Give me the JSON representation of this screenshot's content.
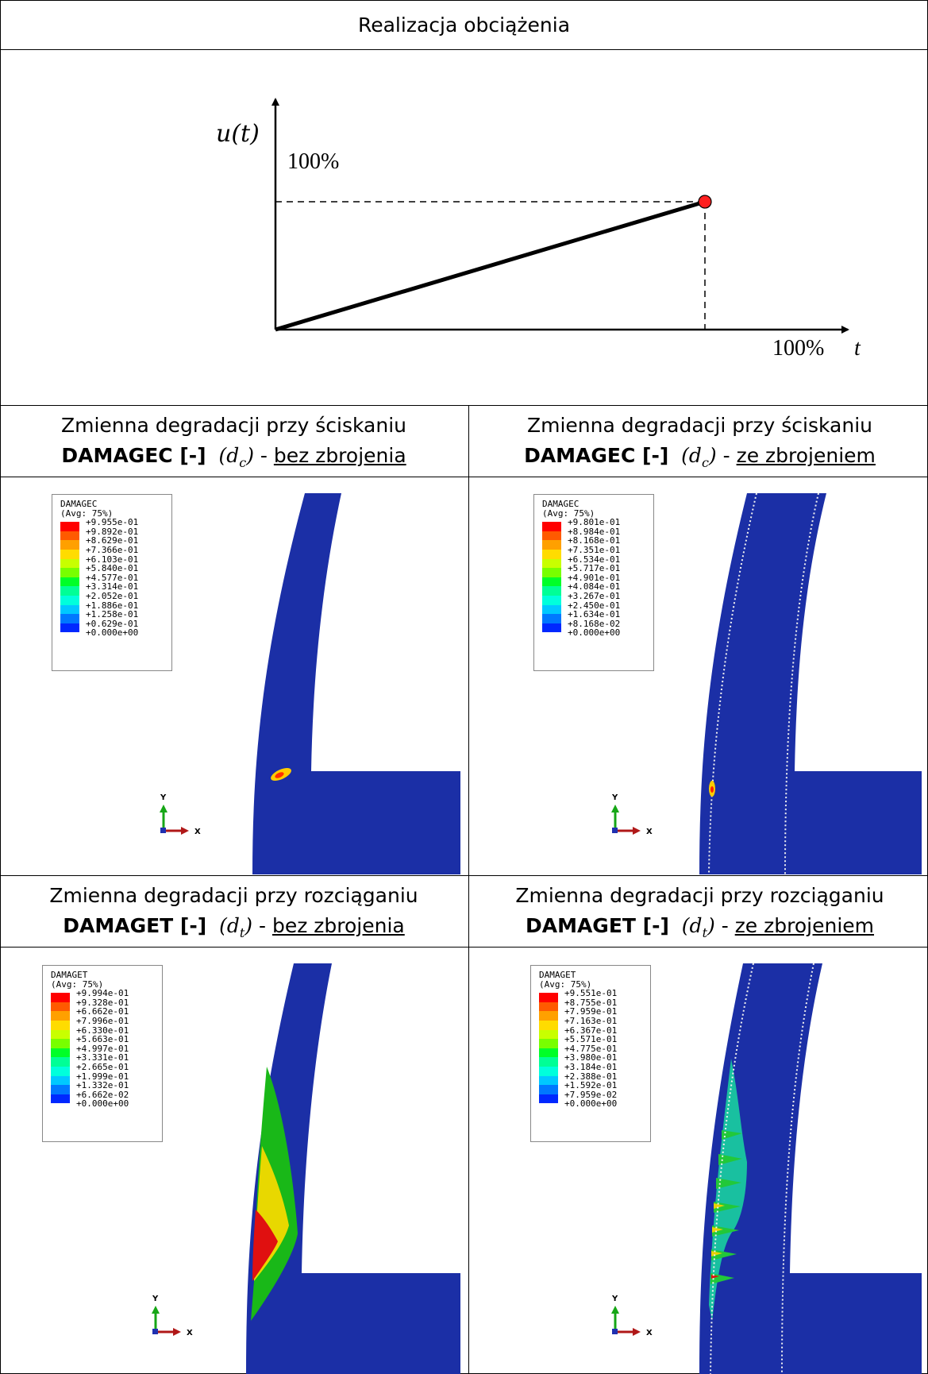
{
  "title": "Realizacja obciążenia",
  "load_chart": {
    "y_label": "u(t)",
    "y_value_label": "100%",
    "x_value_label": "100%",
    "x_label": "t"
  },
  "chart_data": {
    "type": "line",
    "x": [
      0,
      100
    ],
    "y": [
      0,
      100
    ],
    "xlabel": "t",
    "ylabel": "u(t)",
    "annotations": [
      "100%",
      "100%"
    ],
    "grid": false
  },
  "panels": [
    {
      "header_line1": "Zmienna degradacji przy ściskaniu",
      "header_bold": "DAMAGEC [-]",
      "header_math": "(d",
      "header_sub": "c",
      "header_math_close": ")",
      "header_sep": " - ",
      "header_link": "bez zbrojenia",
      "legend_title": "DAMAGEC",
      "legend_avg": "(Avg: 75%)",
      "legend_values": [
        "+9.955e-01",
        "+9.892e-01",
        "+8.629e-01",
        "+7.366e-01",
        "+6.103e-01",
        "+5.840e-01",
        "+4.577e-01",
        "+3.314e-01",
        "+2.052e-01",
        "+1.886e-01",
        "+1.258e-01",
        "+0.629e-01",
        "+0.000e+00"
      ],
      "axis_y": "Y",
      "axis_x": "X"
    },
    {
      "header_line1": "Zmienna degradacji przy ściskaniu",
      "header_bold": "DAMAGEC [-]",
      "header_math": "(d",
      "header_sub": "c",
      "header_math_close": ")",
      "header_sep": " - ",
      "header_link": "ze zbrojeniem",
      "legend_title": "DAMAGEC",
      "legend_avg": "(Avg: 75%)",
      "legend_values": [
        "+9.801e-01",
        "+8.984e-01",
        "+8.168e-01",
        "+7.351e-01",
        "+6.534e-01",
        "+5.717e-01",
        "+4.901e-01",
        "+4.084e-01",
        "+3.267e-01",
        "+2.450e-01",
        "+1.634e-01",
        "+8.168e-02",
        "+0.000e+00"
      ],
      "axis_y": "Y",
      "axis_x": "X"
    },
    {
      "header_line1": "Zmienna degradacji przy rozciąganiu",
      "header_bold": "DAMAGET [-]",
      "header_math": "(d",
      "header_sub": "t",
      "header_math_close": ")",
      "header_sep": " - ",
      "header_link": "bez zbrojenia",
      "legend_title": "DAMAGET",
      "legend_avg": "(Avg: 75%)",
      "legend_values": [
        "+9.994e-01",
        "+9.328e-01",
        "+6.662e-01",
        "+7.996e-01",
        "+6.330e-01",
        "+5.663e-01",
        "+4.997e-01",
        "+3.331e-01",
        "+2.665e-01",
        "+1.999e-01",
        "+1.332e-01",
        "+6.662e-02",
        "+0.000e+00"
      ],
      "axis_y": "Y",
      "axis_x": "X"
    },
    {
      "header_line1": "Zmienna degradacji przy rozciąganiu",
      "header_bold": "DAMAGET [-]",
      "header_math": "(d",
      "header_sub": "t",
      "header_math_close": ")",
      "header_sep": " - ",
      "header_link": "ze zbrojeniem",
      "legend_title": "DAMAGET",
      "legend_avg": "(Avg: 75%)",
      "legend_values": [
        "+9.551e-01",
        "+8.755e-01",
        "+7.959e-01",
        "+7.163e-01",
        "+6.367e-01",
        "+5.571e-01",
        "+4.775e-01",
        "+3.980e-01",
        "+3.184e-01",
        "+2.388e-01",
        "+1.592e-01",
        "+7.959e-02",
        "+0.000e+00"
      ],
      "axis_y": "Y",
      "axis_x": "X"
    }
  ],
  "legend_colors": [
    "#ff0000",
    "#ff5a00",
    "#ffa000",
    "#ffdc00",
    "#c8ff00",
    "#78ff00",
    "#00ff28",
    "#00ff96",
    "#00ffdc",
    "#00c8ff",
    "#0078ff",
    "#0028ff"
  ],
  "model_color": "#1b2fa6"
}
